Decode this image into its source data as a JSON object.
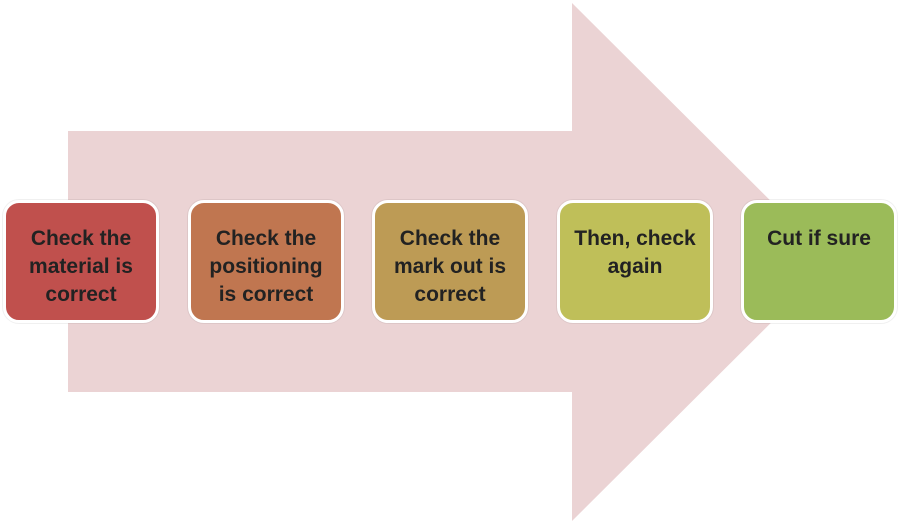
{
  "diagram": {
    "arrow_color": "#ebd3d4",
    "steps": [
      {
        "label": "Check the\nmaterial is\ncorrect",
        "color": "#c0504d"
      },
      {
        "label": "Check the\npositioning\nis correct",
        "color": "#c07650"
      },
      {
        "label": "Check the\nmark out is\ncorrect",
        "color": "#bd9b55"
      },
      {
        "label": "Then, check\nagain",
        "color": "#bfbf59"
      },
      {
        "label": "Cut if sure",
        "color": "#9bbb59"
      }
    ]
  }
}
